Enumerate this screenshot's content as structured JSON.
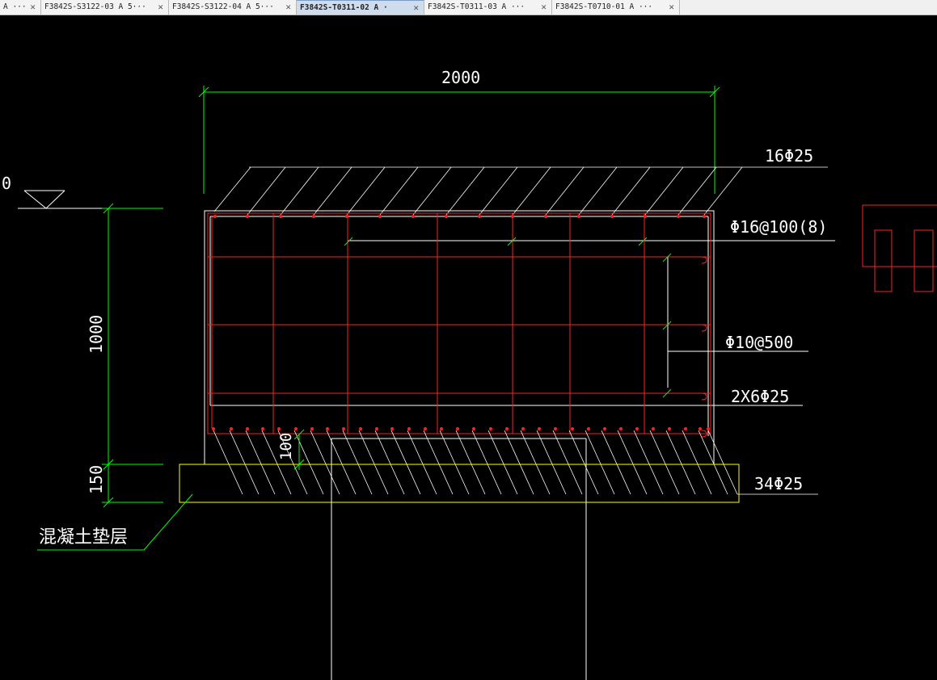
{
  "tabs": [
    {
      "label": "A ···",
      "close": "✕",
      "active": false
    },
    {
      "label": "F3842S-S3122-03 A 5···",
      "close": "✕",
      "active": false
    },
    {
      "label": "F3842S-S3122-04 A 5···",
      "close": "✕",
      "active": false
    },
    {
      "label": "F3842S-T0311-02 A ·",
      "close": "✕",
      "active": true
    },
    {
      "label": "F3842S-T0311-03 A  ···",
      "close": "✕",
      "active": false
    },
    {
      "label": "F3842S-T0710-01 A  ···",
      "close": "✕",
      "active": false
    }
  ],
  "drawing": {
    "dim_width": "2000",
    "dim_height": "1000",
    "dim_pad": "150",
    "dim_cover": "100",
    "level_mark": "0",
    "label_top_rebar": "16Φ25",
    "label_stirrup": "Φ16@100(8)",
    "label_side_rebar": "Φ10@500",
    "label_mid_rebar": "2X6Φ25",
    "label_bottom_rebar": "34Φ25",
    "label_pad": "混凝土垫层"
  },
  "colors": {
    "background": "#000000",
    "dimension": "#00ff00",
    "outline": "#ffffff",
    "rebar": "#ff2020",
    "pad": "#ffff00"
  }
}
